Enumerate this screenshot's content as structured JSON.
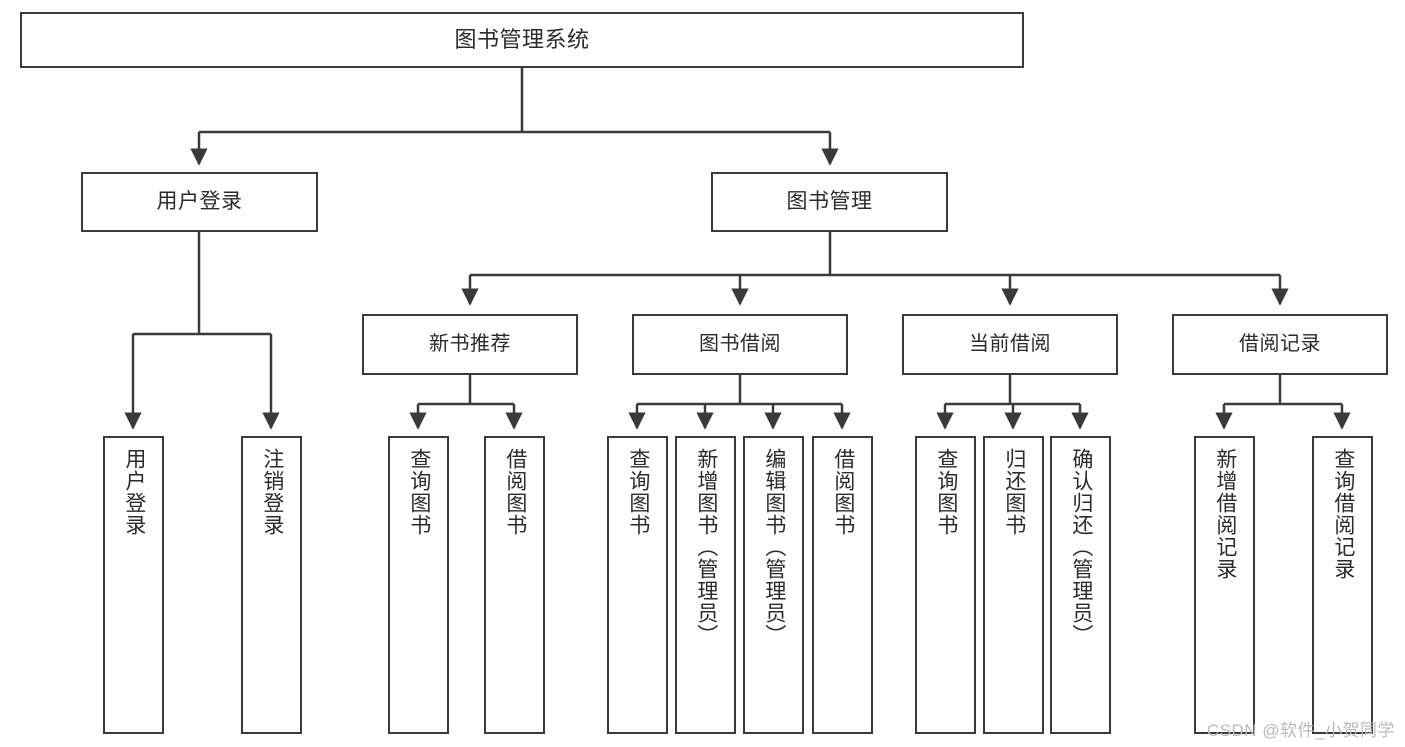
{
  "diagram": {
    "title": "图书管理系统",
    "watermark": "CSDN @软件_小贺同学",
    "colors": {
      "box_border": "#3a3a3a",
      "box_fill": "#ffffff",
      "link_stroke": "#3a3a3a",
      "text": "#2b2b2b",
      "watermark": "#b9b9b9",
      "background": "#ffffff"
    },
    "root": {
      "label": "图书管理系统"
    },
    "level2": [
      {
        "label": "用户登录"
      },
      {
        "label": "图书管理"
      }
    ],
    "level3": [
      {
        "label": "新书推荐"
      },
      {
        "label": "图书借阅"
      },
      {
        "label": "当前借阅"
      },
      {
        "label": "借阅记录"
      }
    ],
    "leaves": {
      "user_login": [
        {
          "label": "用户登录"
        },
        {
          "label": "注销登录"
        }
      ],
      "new_book_recommend": [
        {
          "label": "查询图书"
        },
        {
          "label": "借阅图书"
        }
      ],
      "book_borrow": [
        {
          "label": "查询图书"
        },
        {
          "label": "新增图书（管理员）"
        },
        {
          "label": "编辑图书（管理员）"
        },
        {
          "label": "借阅图书"
        }
      ],
      "current_borrow": [
        {
          "label": "查询图书"
        },
        {
          "label": "归还图书"
        },
        {
          "label": "确认归还（管理员）"
        }
      ],
      "borrow_record": [
        {
          "label": "新增借阅记录"
        },
        {
          "label": "查询借阅记录"
        }
      ]
    }
  }
}
